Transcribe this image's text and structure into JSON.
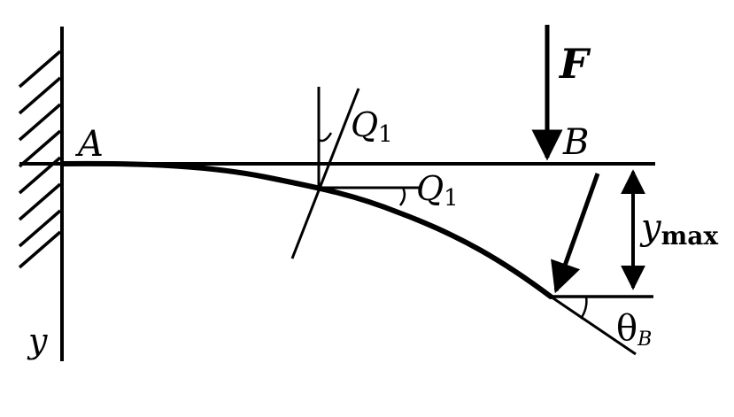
{
  "labels": {
    "support_point": "A",
    "free_end": "B",
    "force": "F",
    "slope_angle_top": "Q",
    "slope_angle_top_sub": "1",
    "slope_angle_mid": "Q",
    "slope_angle_mid_sub": "1",
    "deflection": "y",
    "deflection_sub": "max",
    "end_angle": "θ",
    "end_angle_sub": "B",
    "axis": "y"
  }
}
